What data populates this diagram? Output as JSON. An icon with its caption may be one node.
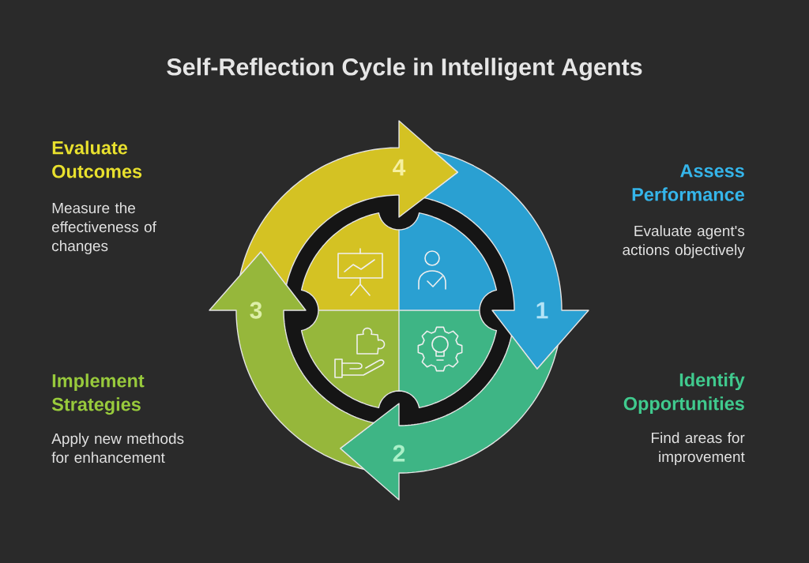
{
  "diagram": {
    "title": "Self-Reflection Cycle in Intelligent Agents",
    "nodes": [
      {
        "text": [
          "1"
        ],
        "beside": [
          "Assess Performance",
          "Evaluate agent's actions objectively"
        ]
      },
      {
        "text": [
          "2"
        ],
        "beside": [
          "Identify Opportunities",
          "Find areas for improvement"
        ]
      },
      {
        "text": [
          "3"
        ],
        "beside": [
          "Implement Strategies",
          "Apply new methods for enhancement"
        ]
      },
      {
        "text": [
          "4"
        ],
        "beside": [
          "Evaluate Outcomes",
          "Measure the effectiveness of changes"
        ]
      }
    ]
  }
}
